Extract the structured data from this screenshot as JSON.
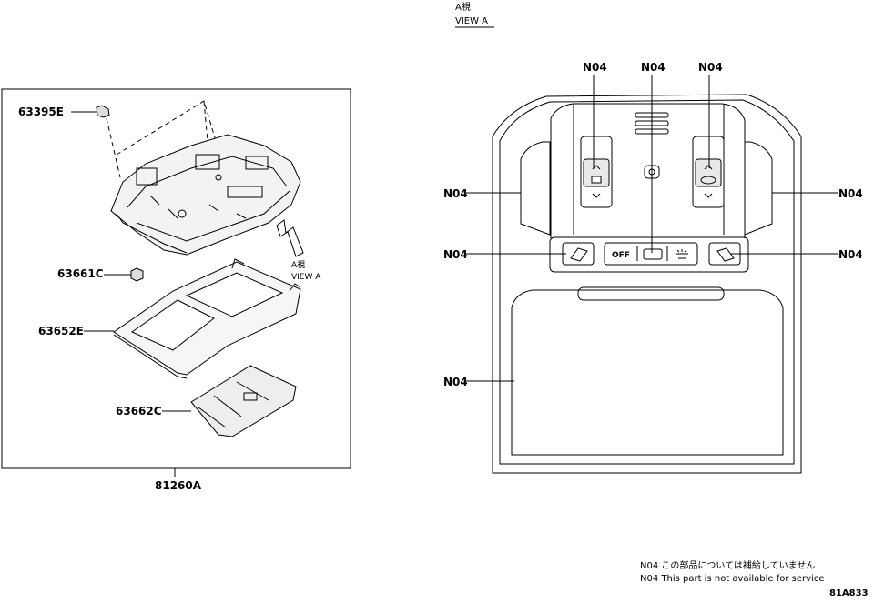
{
  "view_header": {
    "line1": "A視",
    "line2": "VIEW A"
  },
  "exploded": {
    "part_clip": "63395E",
    "part_cap": "63661C",
    "part_bezel": "63652E",
    "part_lens": "63662C",
    "assembly": "81260A",
    "arrow_line1": "A視",
    "arrow_line2": "VIEW A"
  },
  "view_a": {
    "callout": "N04",
    "btn_off": "OFF"
  },
  "notes": {
    "jp": "N04 この部品については補給していません",
    "en": "N04 This part is not available for service"
  },
  "figure_code": "81A833"
}
